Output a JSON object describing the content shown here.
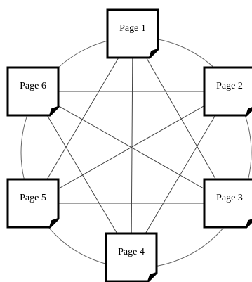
{
  "diagram": {
    "pages": [
      {
        "id": "p1",
        "label": "Page 1"
      },
      {
        "id": "p2",
        "label": "Page 2"
      },
      {
        "id": "p3",
        "label": "Page 3"
      },
      {
        "id": "p4",
        "label": "Page 4"
      },
      {
        "id": "p5",
        "label": "Page 5"
      },
      {
        "id": "p6",
        "label": "Page 6"
      }
    ],
    "links": [
      [
        "p1",
        "p3"
      ],
      [
        "p1",
        "p4"
      ],
      [
        "p1",
        "p5"
      ],
      [
        "p2",
        "p4"
      ],
      [
        "p2",
        "p5"
      ],
      [
        "p2",
        "p6"
      ],
      [
        "p3",
        "p5"
      ],
      [
        "p3",
        "p6"
      ],
      [
        "p4",
        "p6"
      ]
    ],
    "colors": {
      "stroke": "#000000",
      "link": "#444444",
      "circle": "#666666",
      "fill": "#ffffff"
    }
  }
}
